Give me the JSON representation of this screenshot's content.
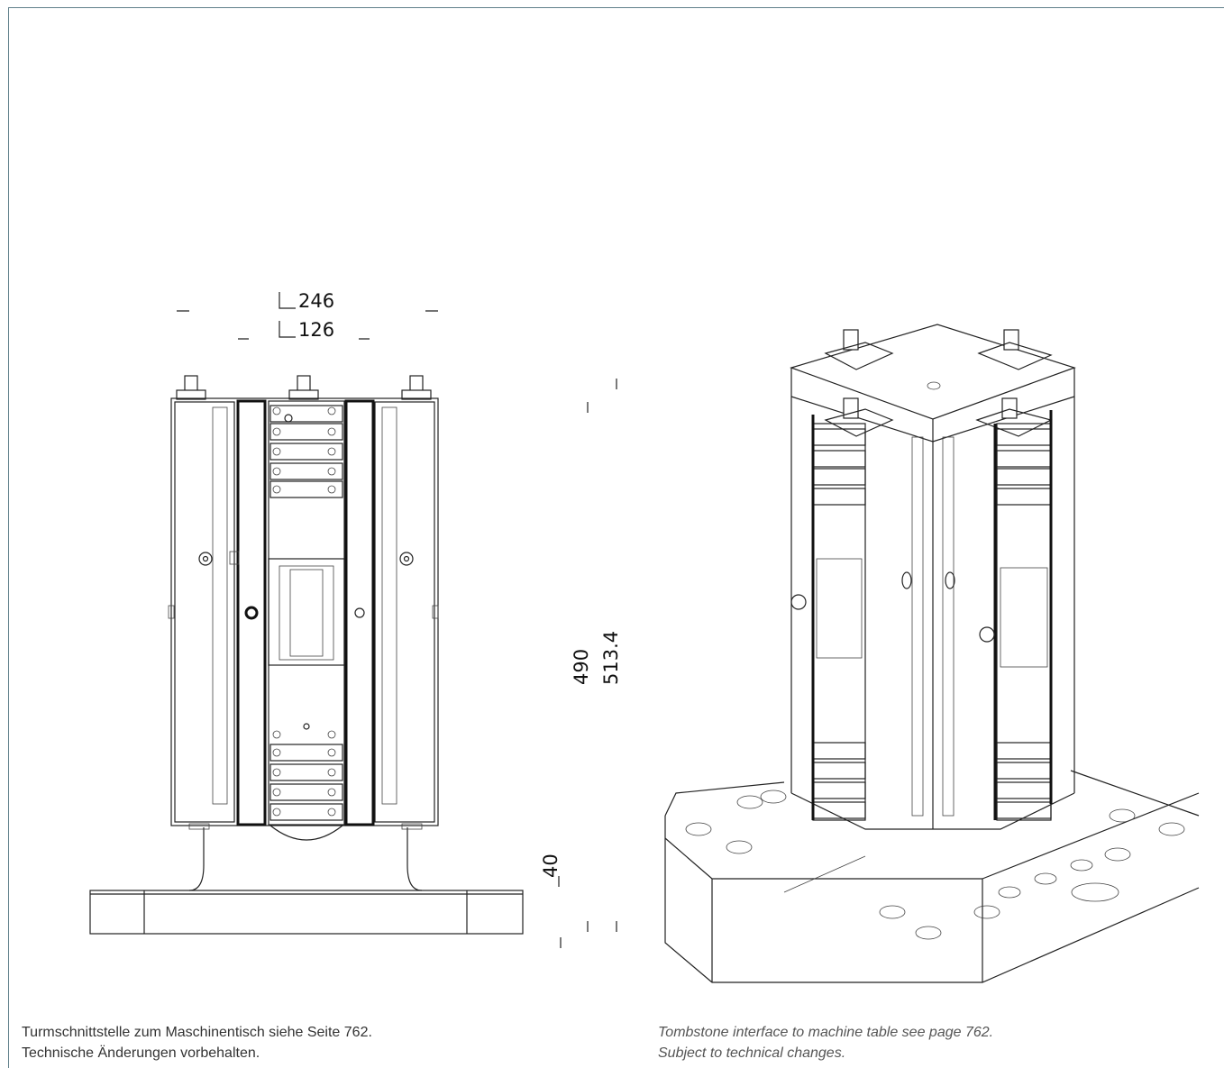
{
  "dimensions": {
    "outer_width": "246",
    "inner_width": "126",
    "height_490": "490",
    "height_513": "513.4",
    "base_height": "40"
  },
  "captions": {
    "de_line1": "Turmschnittstelle zum Maschinentisch siehe Seite 762.",
    "de_line2": "Technische Änderungen vorbehalten.",
    "en_line1": "Tombstone interface to machine table see page 762.",
    "en_line2": "Subject to technical changes."
  }
}
